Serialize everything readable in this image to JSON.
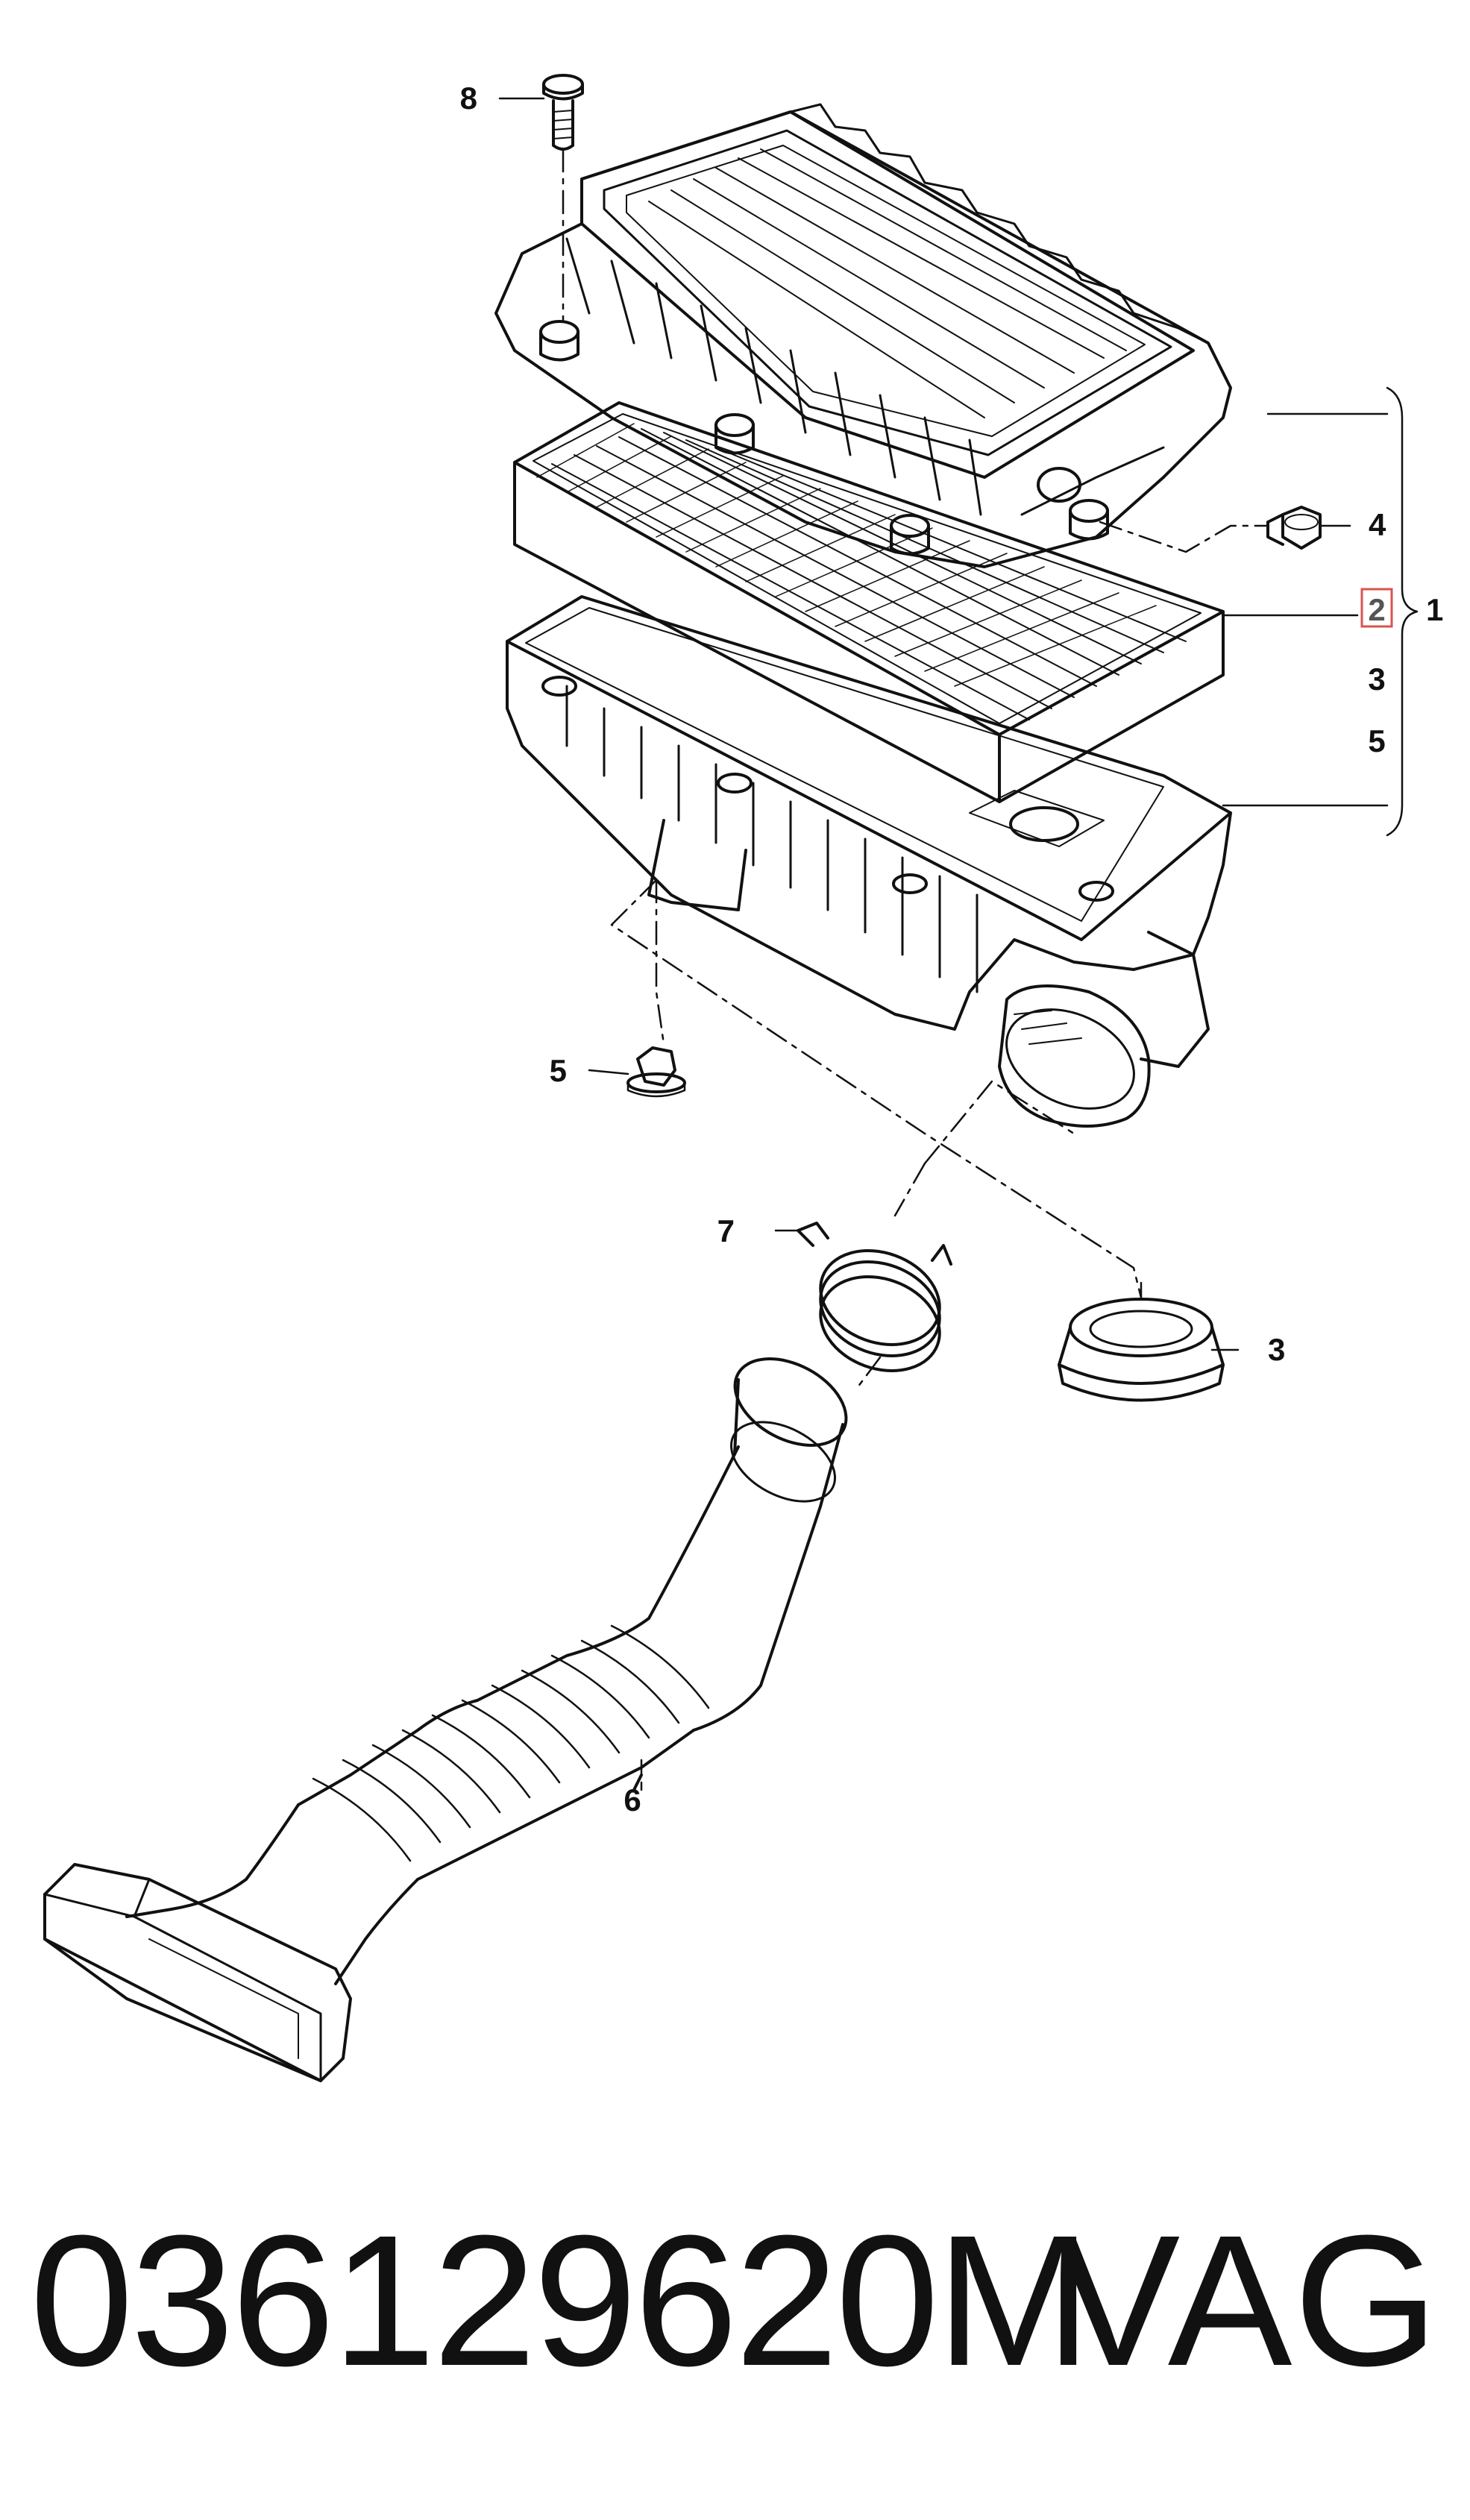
{
  "callouts": {
    "screw": "8",
    "cap_nut": "4",
    "filter_element": "2",
    "assembly": "1",
    "seal_ref": "3",
    "nut_ref": "5",
    "nut": "5",
    "clamp": "7",
    "seal": "3",
    "intake_hose": "6"
  },
  "footer": {
    "part_number": "036129620M",
    "manufacturer": "VAG"
  },
  "colors": {
    "line": "#111111",
    "highlight": "#d9534f"
  }
}
